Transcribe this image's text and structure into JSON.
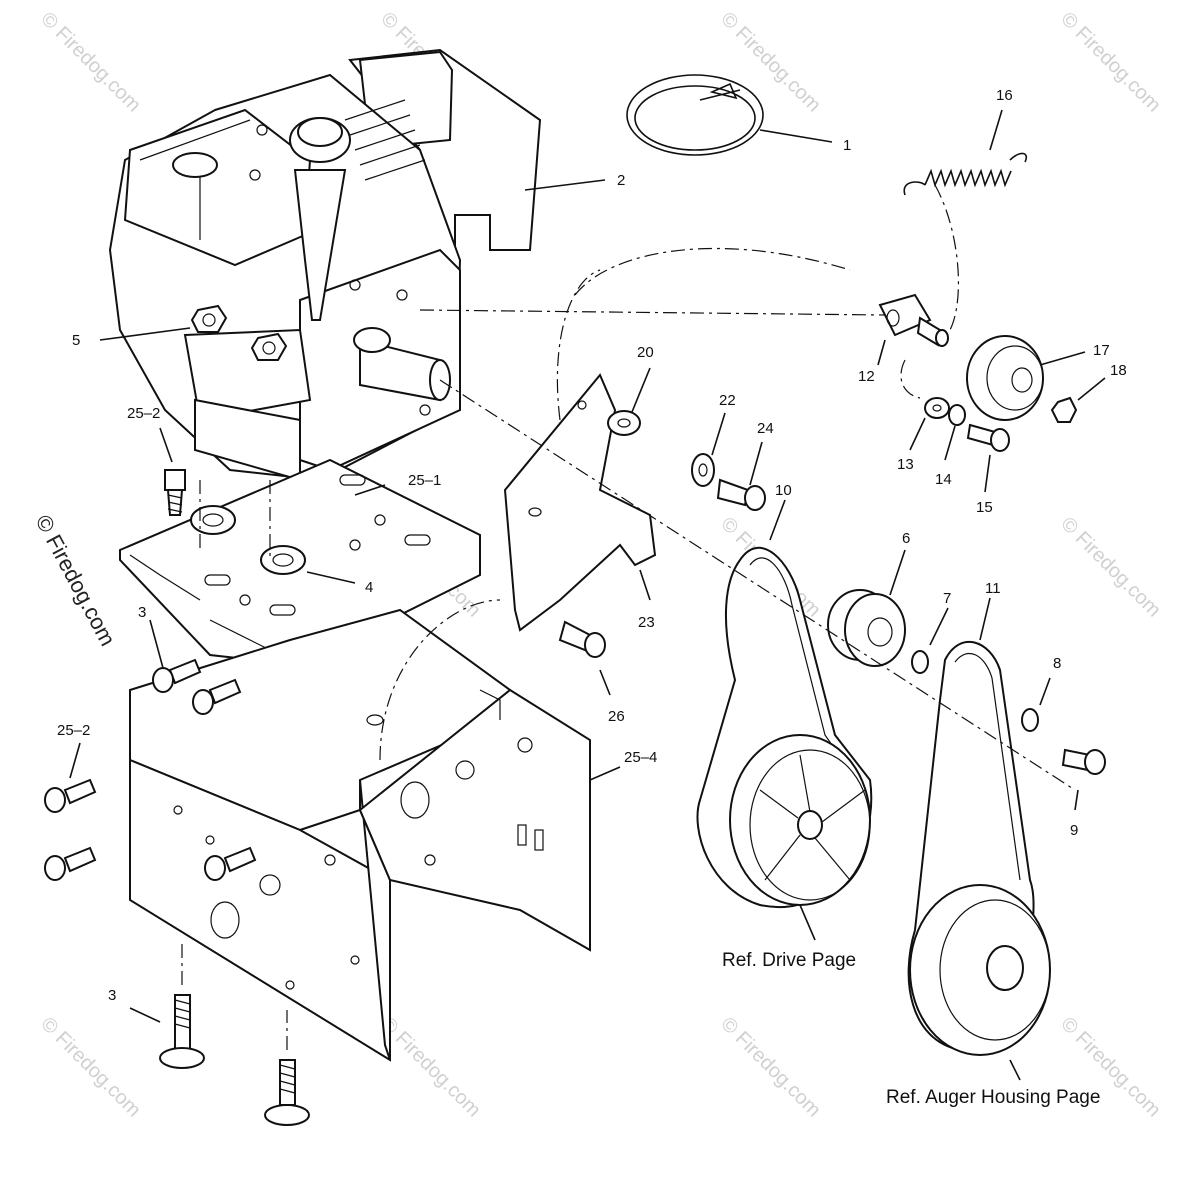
{
  "callouts": {
    "c1": "1",
    "c2": "2",
    "c3a": "3",
    "c3b": "3",
    "c4": "4",
    "c5": "5",
    "c6": "6",
    "c7": "7",
    "c8": "8",
    "c9": "9",
    "c10": "10",
    "c11": "11",
    "c12": "12",
    "c13": "13",
    "c14": "14",
    "c15": "15",
    "c16": "16",
    "c17": "17",
    "c18": "18",
    "c20": "20",
    "c22": "22",
    "c23": "23",
    "c24": "24",
    "c26": "26",
    "c25_1": "25–1",
    "c25_2a": "25–2",
    "c25_2b": "25–2",
    "c25_4": "25–4"
  },
  "references": {
    "drive": "Ref. Drive Page",
    "auger": "Ref. Auger Housing Page"
  },
  "watermarks": {
    "side": "© Firedog.com",
    "tile": "© Firedog.com"
  }
}
